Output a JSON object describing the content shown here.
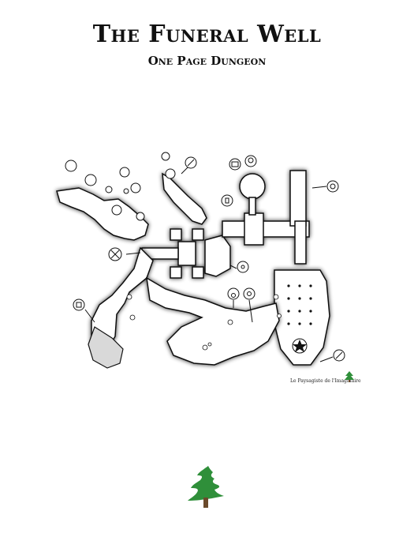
{
  "header": {
    "title": "The Funeral Well",
    "subtitle": "One Page Dungeon"
  },
  "map": {
    "credit": "Le Paysagiste de l'Imaginaire",
    "icons": {
      "markers": [
        "axe-icon",
        "treasure-chest-icon",
        "skull-icon",
        "lantern-icon",
        "bones-icon",
        "wreath-icon",
        "eye-icon",
        "bell-icon",
        "shovel-icon",
        "hand-icon",
        "potion-icon",
        "star-icon"
      ]
    },
    "colors": {
      "ink": "#111111",
      "shadow": "#9a9a9a",
      "floor": "#ffffff",
      "water": "#d9d9d9",
      "tree_green": "#2f8f3a",
      "tree_trunk": "#6b4a2b"
    }
  }
}
